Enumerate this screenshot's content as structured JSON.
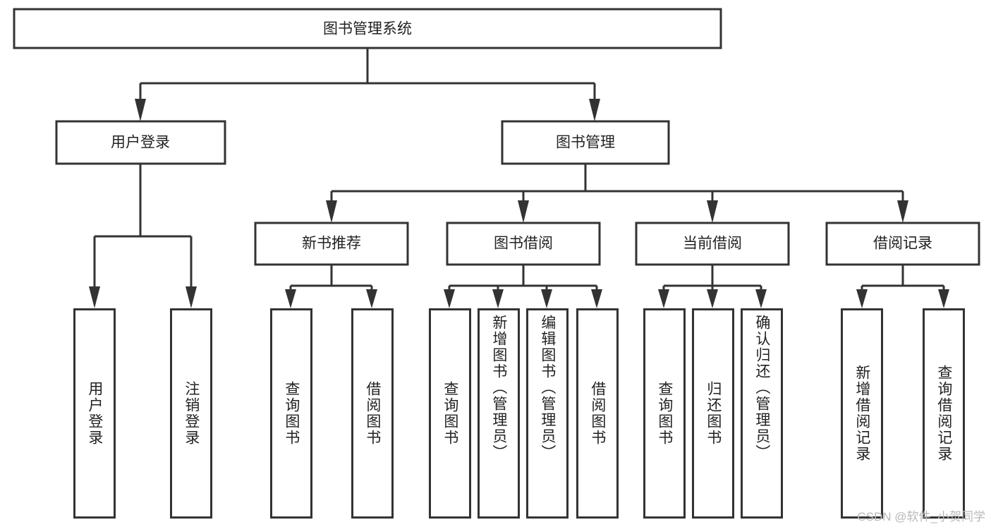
{
  "diagram": {
    "type": "tree-hierarchy",
    "title": "图书管理系统",
    "root": {
      "id": "root",
      "label": "图书管理系统"
    },
    "level2": [
      {
        "id": "user-login",
        "label": "用户登录"
      },
      {
        "id": "book-manage",
        "label": "图书管理"
      }
    ],
    "level3": [
      {
        "id": "new-book-recommend",
        "label": "新书推荐",
        "parent": "book-manage"
      },
      {
        "id": "book-borrow",
        "label": "图书借阅",
        "parent": "book-manage"
      },
      {
        "id": "current-borrow",
        "label": "当前借阅",
        "parent": "book-manage"
      },
      {
        "id": "borrow-record",
        "label": "借阅记录",
        "parent": "book-manage"
      }
    ],
    "leaves": [
      {
        "id": "leaf-user-login",
        "label": "用户登录",
        "parent": "user-login"
      },
      {
        "id": "leaf-user-logout",
        "label": "注销登录",
        "parent": "user-login"
      },
      {
        "id": "leaf-query-book-1",
        "label": "查询图书",
        "parent": "new-book-recommend"
      },
      {
        "id": "leaf-borrow-book-1",
        "label": "借阅图书",
        "parent": "new-book-recommend"
      },
      {
        "id": "leaf-query-book-2",
        "label": "查询图书",
        "parent": "book-borrow"
      },
      {
        "id": "leaf-add-book",
        "label": "新增图书（管理员）",
        "parent": "book-borrow"
      },
      {
        "id": "leaf-edit-book",
        "label": "编辑图书（管理员）",
        "parent": "book-borrow"
      },
      {
        "id": "leaf-borrow-book-2",
        "label": "借阅图书",
        "parent": "book-borrow"
      },
      {
        "id": "leaf-query-book-3",
        "label": "查询图书",
        "parent": "current-borrow"
      },
      {
        "id": "leaf-return-book",
        "label": "归还图书",
        "parent": "current-borrow"
      },
      {
        "id": "leaf-confirm-return",
        "label": "确认归还（管理员）",
        "parent": "current-borrow"
      },
      {
        "id": "leaf-add-record",
        "label": "新增借阅记录",
        "parent": "borrow-record"
      },
      {
        "id": "leaf-query-record",
        "label": "查询借阅记录",
        "parent": "borrow-record"
      }
    ],
    "colors": {
      "stroke": "#333333",
      "fill": "#ffffff",
      "text": "#222222",
      "watermark": "#b9b9b9"
    }
  },
  "watermark": {
    "text": "CSDN @软件_小贺同学"
  }
}
